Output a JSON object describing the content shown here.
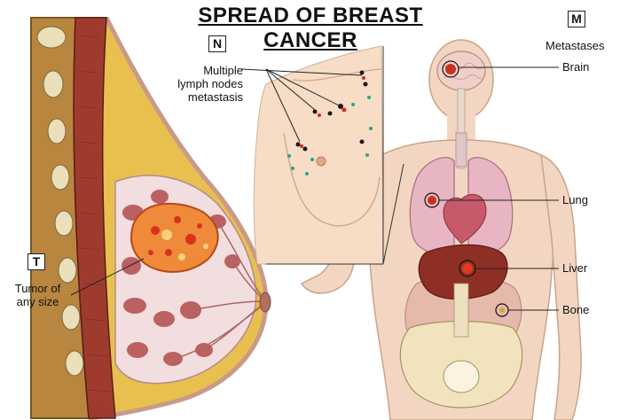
{
  "title": "SPREAD OF BREAST CANCER",
  "stages": {
    "t": {
      "letter": "T",
      "label_line1": "Tumor of",
      "label_line2": "any size"
    },
    "n": {
      "letter": "N",
      "label_line1": "Multiple",
      "label_line2": "lymph nodes",
      "label_line3": "metastasis"
    },
    "m": {
      "letter": "M",
      "label": "Metastases"
    }
  },
  "organs": {
    "brain": "Brain",
    "lung": "Lung",
    "liver": "Liver",
    "bone": "Bone"
  }
}
